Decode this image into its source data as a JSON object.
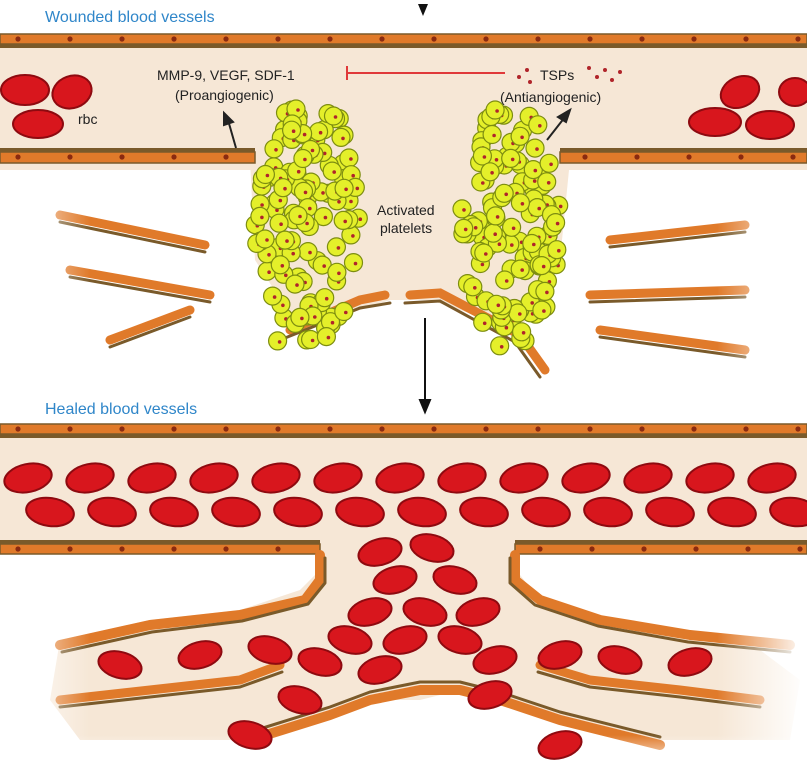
{
  "top_panel": {
    "title": "Wounded blood vessels",
    "proangiogenic_factors": "MMP-9, VEGF, SDF-1",
    "proangiogenic_caption": "(Proangiogenic)",
    "antiangiogenic_factor": "TSPs",
    "antiangiogenic_caption": "(Antiangiogenic)",
    "rbc_label": "rbc",
    "platelets_label_line1": "Activated",
    "platelets_label_line2": "platelets"
  },
  "bottom_panel": {
    "title": "Healed blood vessels"
  },
  "colors": {
    "title": "#2f86c9",
    "vessel_wall": "#e07a2a",
    "vessel_wall_dark": "#7a5a2a",
    "nucleus": "#8a2a10",
    "lumen": "#f6e7d6",
    "rbc": "#d8161d",
    "rbc_dark": "#8e0a10",
    "platelet": "#e4ef2a",
    "platelet_outline": "#7d8d10",
    "inhibition_line": "#e0393a"
  }
}
